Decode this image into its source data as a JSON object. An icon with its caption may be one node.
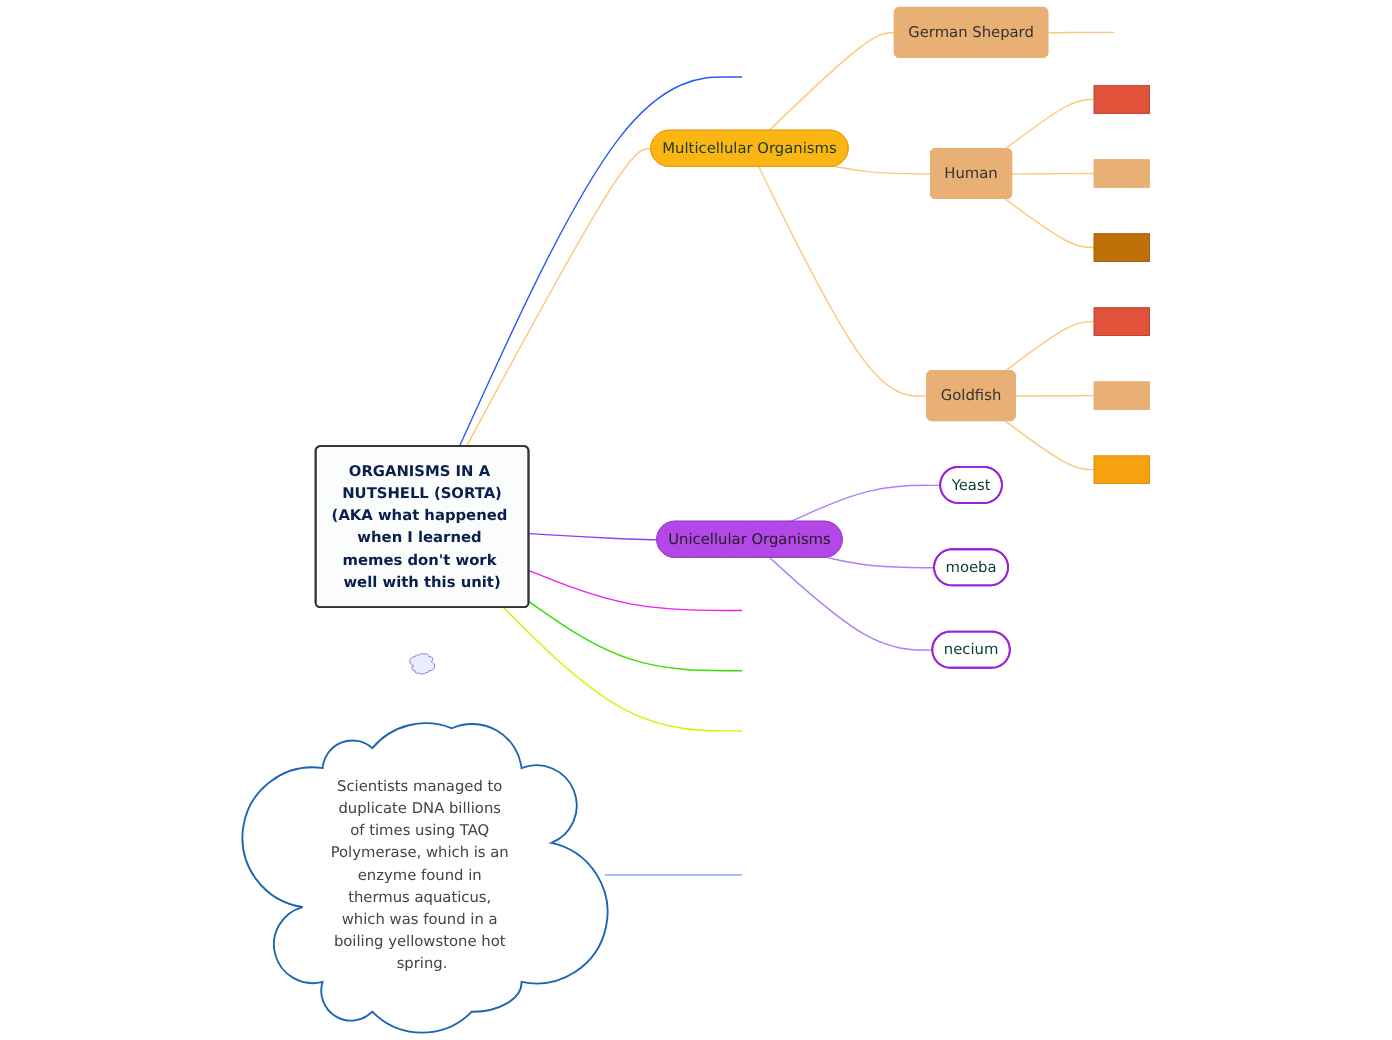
{
  "diagram": {
    "nodes": [
      {
        "text": [
          "ORGANISMS IN A NUTSHELL (SORTA)",
          "(AKA what happened when I learned memes don't work well with this unit)"
        ]
      },
      {
        "text": [],
        "shape": "cloud"
      },
      {
        "text": [
          "Scientists managed to duplicate DNA billions of times using TAQ Polymerase, which is an enzyme found in thermus aquaticus, which was found in a boiling yellowstone hot spring."
        ]
      },
      {
        "text": [
          "Multicellular Organisms"
        ]
      },
      {
        "text": [
          "German Shepard"
        ]
      },
      {
        "text": [
          "Human"
        ]
      },
      {
        "text": [],
        "shape": "box"
      },
      {
        "text": [],
        "shape": "box"
      },
      {
        "text": [],
        "shape": "box"
      },
      {
        "text": [
          "Goldfish"
        ]
      },
      {
        "text": [],
        "shape": "box"
      },
      {
        "text": [],
        "shape": "box"
      },
      {
        "text": [],
        "shape": "box"
      },
      {
        "text": [
          "Unicellular Organisms"
        ]
      },
      {
        "text": [
          "Yeast"
        ]
      },
      {
        "text": [
          "moeba"
        ]
      },
      {
        "text": [
          "necium"
        ]
      }
    ],
    "edges": [
      {
        "from": 0,
        "to": null,
        "arrow": "none",
        "color": "#2b59f5"
      },
      {
        "from": 2,
        "to": null,
        "arrow": "none",
        "color": "#8aa6ff"
      },
      {
        "from": 0,
        "to": 3,
        "arrow": "none"
      },
      {
        "from": 3,
        "to": 4,
        "arrow": "none"
      },
      {
        "from": 4,
        "to": null,
        "arrow": "none"
      },
      {
        "from": 3,
        "to": 5,
        "arrow": "none"
      },
      {
        "from": 5,
        "to": 6,
        "arrow": "none"
      },
      {
        "from": 5,
        "to": 7,
        "arrow": "none"
      },
      {
        "from": 5,
        "to": 8,
        "arrow": "none"
      },
      {
        "from": 3,
        "to": 9,
        "arrow": "none"
      },
      {
        "from": 9,
        "to": 10,
        "arrow": "none"
      },
      {
        "from": 9,
        "to": 11,
        "arrow": "none"
      },
      {
        "from": 9,
        "to": 12,
        "arrow": "none"
      },
      {
        "from": 0,
        "to": 13,
        "arrow": "none",
        "color": "#8a3ff5"
      },
      {
        "from": 13,
        "to": 14,
        "arrow": "none",
        "color": "#b07ff7"
      },
      {
        "from": 13,
        "to": 15,
        "arrow": "none",
        "color": "#b07ff7"
      },
      {
        "from": 13,
        "to": 16,
        "arrow": "none",
        "color": "#b07ff7"
      },
      {
        "from": 0,
        "to": null,
        "arrow": "none",
        "color": "#f020f0"
      },
      {
        "from": 0,
        "to": null,
        "arrow": "none",
        "color": "#33e000"
      },
      {
        "from": 0,
        "to": null,
        "arrow": "none",
        "color": "#d8f000"
      }
    ]
  }
}
